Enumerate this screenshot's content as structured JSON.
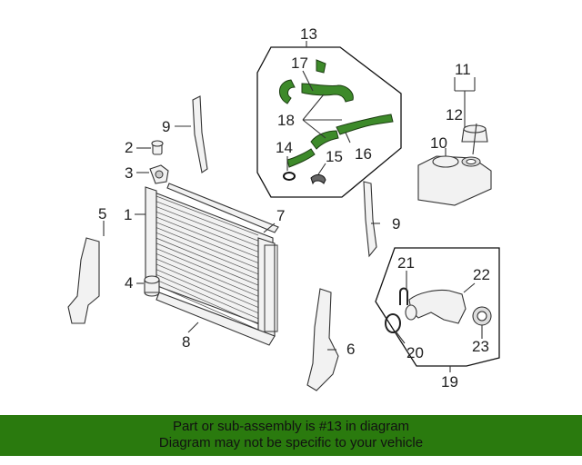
{
  "labels": {
    "c1": "1",
    "c2": "2",
    "c3": "3",
    "c4": "4",
    "c5": "5",
    "c6": "6",
    "c7": "7",
    "c8": "8",
    "c9a": "9",
    "c9b": "9",
    "c10": "10",
    "c11": "11",
    "c12": "12",
    "c13": "13",
    "c14": "14",
    "c15": "15",
    "c16": "16",
    "c17": "17",
    "c18": "18",
    "c19": "19",
    "c20": "20",
    "c21": "21",
    "c22": "22",
    "c23": "23"
  },
  "banner": {
    "line1": "Part or sub-assembly is #13 in diagram",
    "line2": "Diagram may not be specific to your vehicle"
  },
  "colors": {
    "banner_bg": "#2a7a0e",
    "hose_green": "#3d8a2a"
  }
}
